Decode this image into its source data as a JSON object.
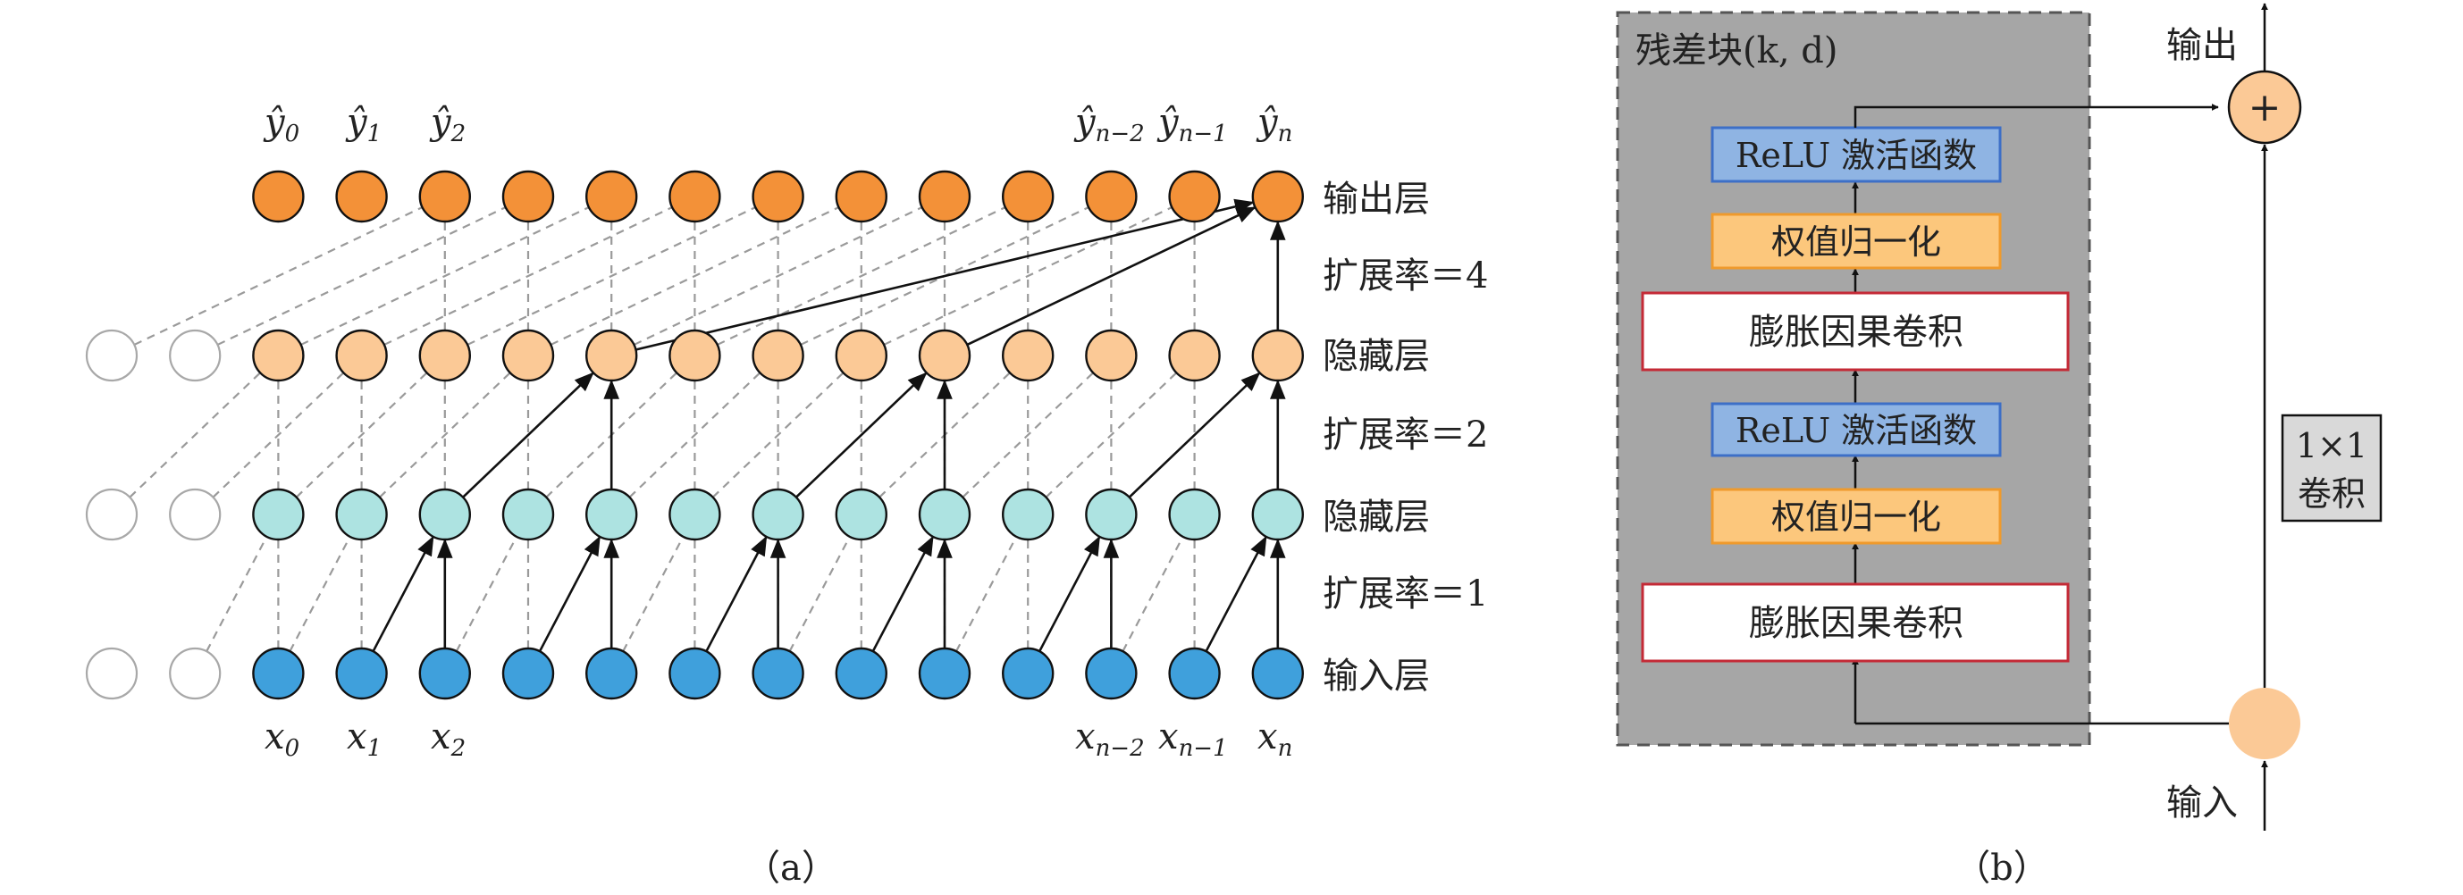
{
  "panel_a": {
    "caption": "（a）",
    "layer_labels": [
      "输出层",
      "隐藏层",
      "隐藏层",
      "输入层"
    ],
    "rate_labels": [
      "扩展率＝4",
      "扩展率＝2",
      "扩展率＝1"
    ],
    "output_symbols": [
      {
        "base": "ŷ",
        "sub": "0"
      },
      {
        "base": "ŷ",
        "sub": "1"
      },
      {
        "base": "ŷ",
        "sub": "2"
      },
      {
        "base": "ŷ",
        "sub": "n−2"
      },
      {
        "base": "ŷ",
        "sub": "n−1"
      },
      {
        "base": "ŷ",
        "sub": "n"
      }
    ],
    "input_symbols": [
      {
        "base": "x",
        "sub": "0"
      },
      {
        "base": "x",
        "sub": "1"
      },
      {
        "base": "x",
        "sub": "2"
      },
      {
        "base": "x",
        "sub": "n−2"
      },
      {
        "base": "x",
        "sub": "n−1"
      },
      {
        "base": "x",
        "sub": "n"
      }
    ],
    "colors": {
      "output": "#f39138",
      "hidden2": "#fbc996",
      "hidden1": "#ade3e1",
      "input": "#3fa0dc",
      "padding": "#ffffff",
      "active_edge": "#111111",
      "dashed_edge": "#9a9a9a"
    }
  },
  "panel_b": {
    "caption": "（b）",
    "block_title": "残差块(k, d)",
    "blocks": [
      {
        "label": "ReLU 激活函数",
        "kind": "relu"
      },
      {
        "label": "权值归一化",
        "kind": "norm"
      },
      {
        "label": "膨胀因果卷积",
        "kind": "conv"
      },
      {
        "label": "ReLU 激活函数",
        "kind": "relu"
      },
      {
        "label": "权值归一化",
        "kind": "norm"
      },
      {
        "label": "膨胀因果卷积",
        "kind": "conv"
      }
    ],
    "output_label": "输出",
    "input_label": "输入",
    "add_symbol": "+",
    "conv1x1": [
      "1×1",
      "卷积"
    ],
    "colors": {
      "block_bg": "#a6a6a6",
      "relu_fill": "#8fb4e3",
      "relu_border": "#3d6fc7",
      "norm_fill": "#fcc77c",
      "norm_border": "#ef9a2c",
      "conv_fill": "#ffffff",
      "conv_border": "#c42a36",
      "add_fill": "#fbc996",
      "input_node": "#fbc996",
      "conv1x1_fill": "#d9d9d9"
    }
  }
}
